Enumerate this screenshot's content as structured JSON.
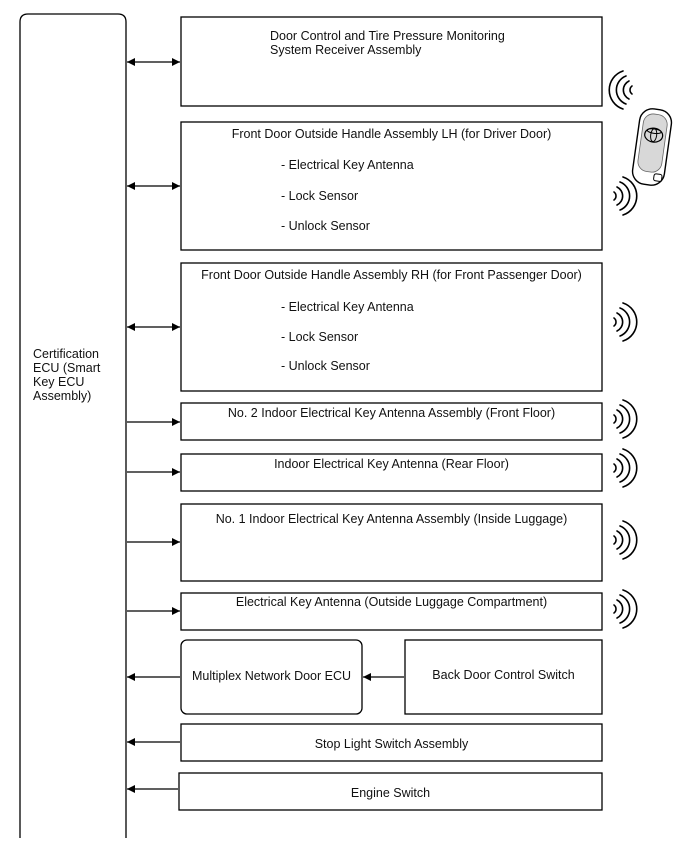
{
  "ecu": {
    "label_lines": [
      "Certification",
      "ECU (Smart",
      "Key ECU",
      "Assembly)"
    ]
  },
  "boxes": {
    "tpms": {
      "lines": [
        "Door Control and Tire Pressure Monitoring",
        "System Receiver Assembly"
      ]
    },
    "front_lh": {
      "title": "Front Door Outside Handle Assembly LH (for Driver Door)",
      "items": [
        "- Electrical Key Antenna",
        "- Lock Sensor",
        "- Unlock Sensor"
      ]
    },
    "front_rh": {
      "title": "Front Door Outside Handle Assembly RH (for Front Passenger Door)",
      "items": [
        "- Electrical Key Antenna",
        "- Lock Sensor",
        "- Unlock Sensor"
      ]
    },
    "front_floor": {
      "title": "No. 2 Indoor Electrical Key Antenna Assembly (Front Floor)"
    },
    "rear_floor": {
      "title": "Indoor Electrical Key Antenna (Rear Floor)"
    },
    "luggage_inside": {
      "title": "No. 1 Indoor Electrical Key Antenna Assembly (Inside Luggage)"
    },
    "luggage_outside": {
      "title": "Electrical Key Antenna (Outside Luggage Compartment)"
    },
    "multiplex": {
      "title": "Multiplex Network Door ECU"
    },
    "back_door": {
      "title": "Back Door Control Switch"
    },
    "stop_light": {
      "title": "Stop Light Switch Assembly"
    },
    "engine": {
      "title": "Engine Switch"
    }
  },
  "icons": [
    "radio-wave-icon",
    "smart-key-fob-icon"
  ]
}
